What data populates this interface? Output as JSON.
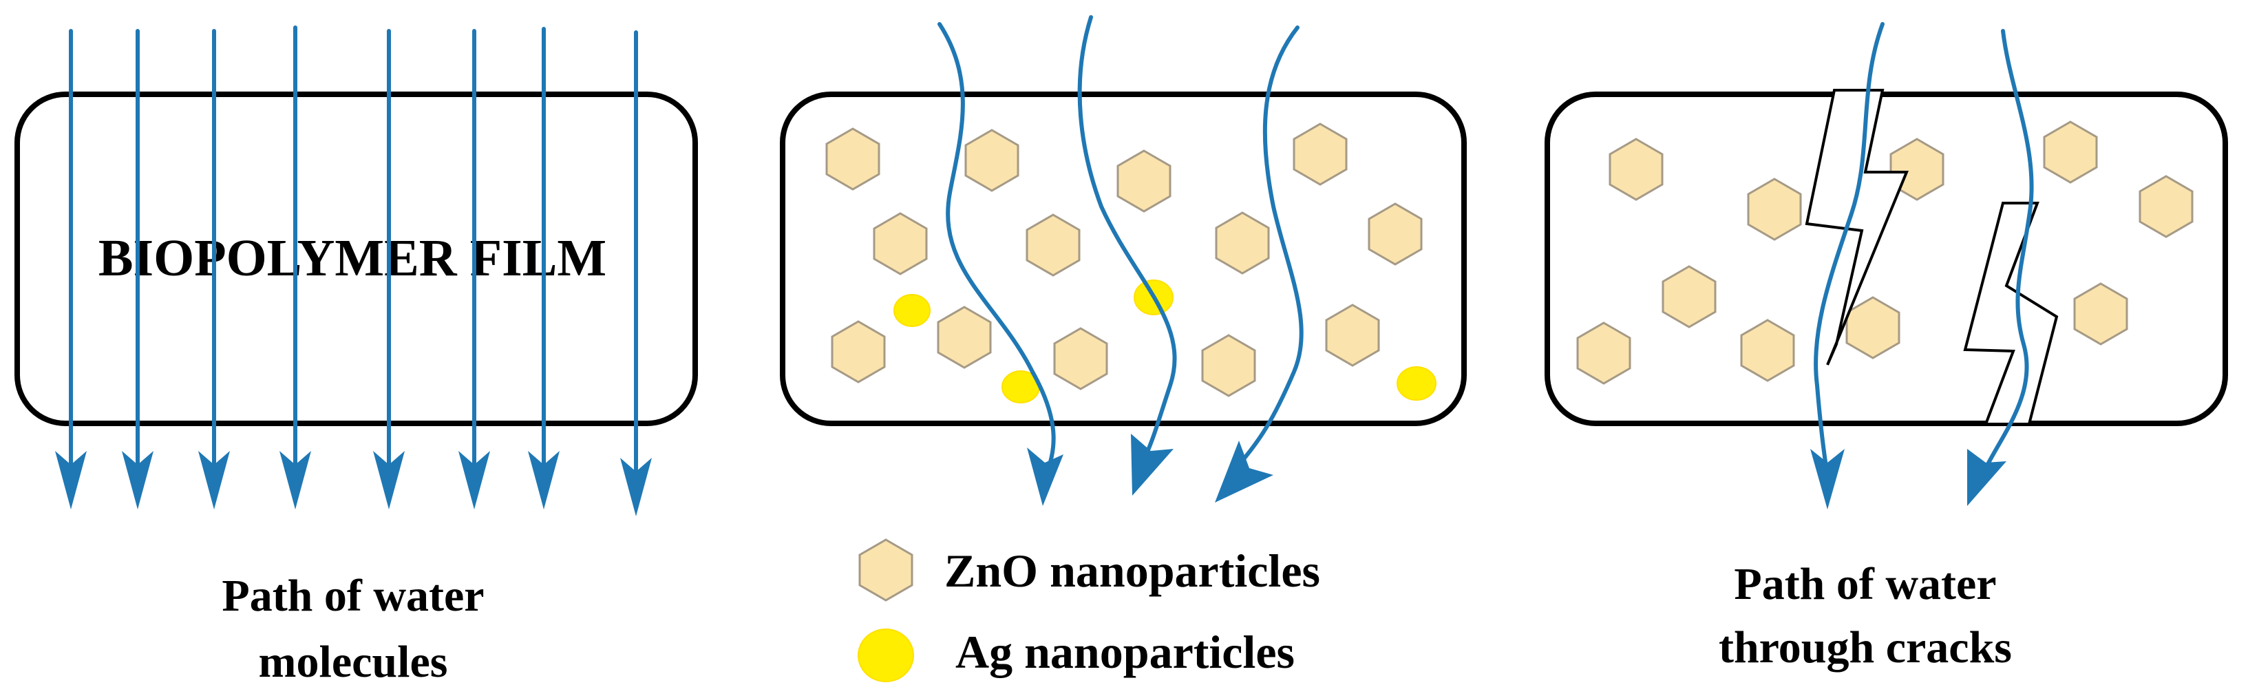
{
  "colors": {
    "water_arrow": "#1f78b4",
    "zno_fill": "#fbe3ad",
    "zno_stroke": "#a59a86",
    "ag_fill": "#ffee00",
    "ag_stroke": "#ffe000",
    "film_border": "#000000"
  },
  "panel_1": {
    "film_label": "BIOPOLYMER FILM",
    "caption_line_1": "Path of water",
    "caption_line_2": "molecules"
  },
  "panel_2": {
    "legend_zno_label": "ZnO nanoparticles",
    "legend_ag_label": "Ag nanoparticles"
  },
  "panel_3": {
    "caption_line_1": "Path of water",
    "caption_line_2": "through cracks"
  }
}
